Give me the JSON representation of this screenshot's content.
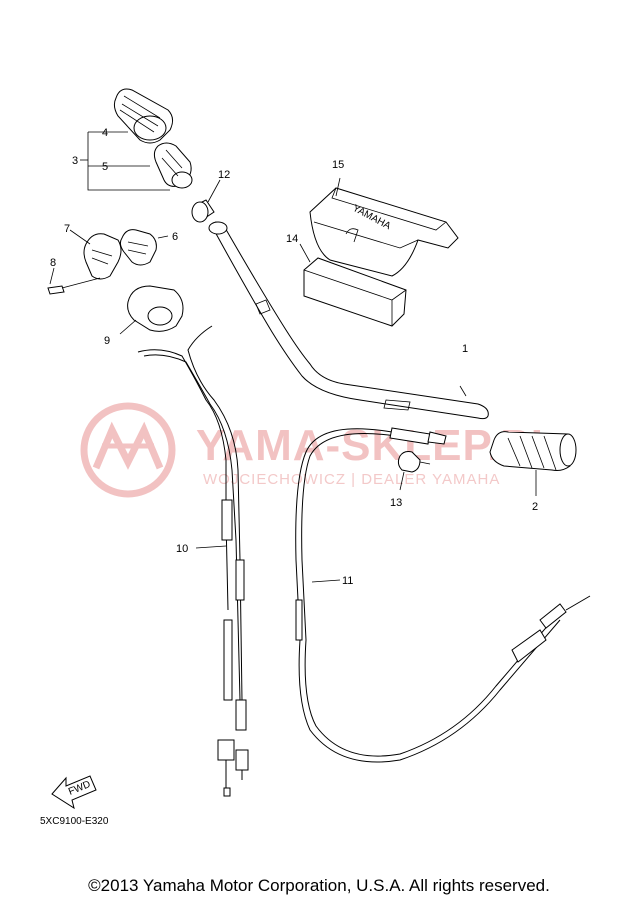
{
  "callouts": [
    {
      "id": "1",
      "label": "1"
    },
    {
      "id": "2",
      "label": "2"
    },
    {
      "id": "3",
      "label": "3"
    },
    {
      "id": "4",
      "label": "4"
    },
    {
      "id": "5",
      "label": "5"
    },
    {
      "id": "6",
      "label": "6"
    },
    {
      "id": "7",
      "label": "7"
    },
    {
      "id": "8",
      "label": "8"
    },
    {
      "id": "9",
      "label": "9"
    },
    {
      "id": "10",
      "label": "10"
    },
    {
      "id": "11",
      "label": "11"
    },
    {
      "id": "12",
      "label": "12"
    },
    {
      "id": "13",
      "label": "13"
    },
    {
      "id": "14",
      "label": "14"
    },
    {
      "id": "15",
      "label": "15"
    }
  ],
  "fwd_label": "FWD",
  "pad_logo_text": "YAMAHA",
  "watermark": {
    "title": "YAMA-SKLEP.PL",
    "subtitle": "WOJCIECHOWICZ | DEALER YAMAHA",
    "color": "#f2c2c2"
  },
  "diagram_code": "5XC9100-E320",
  "copyright": "©2013 Yamaha Motor Corporation, U.S.A. All rights reserved."
}
